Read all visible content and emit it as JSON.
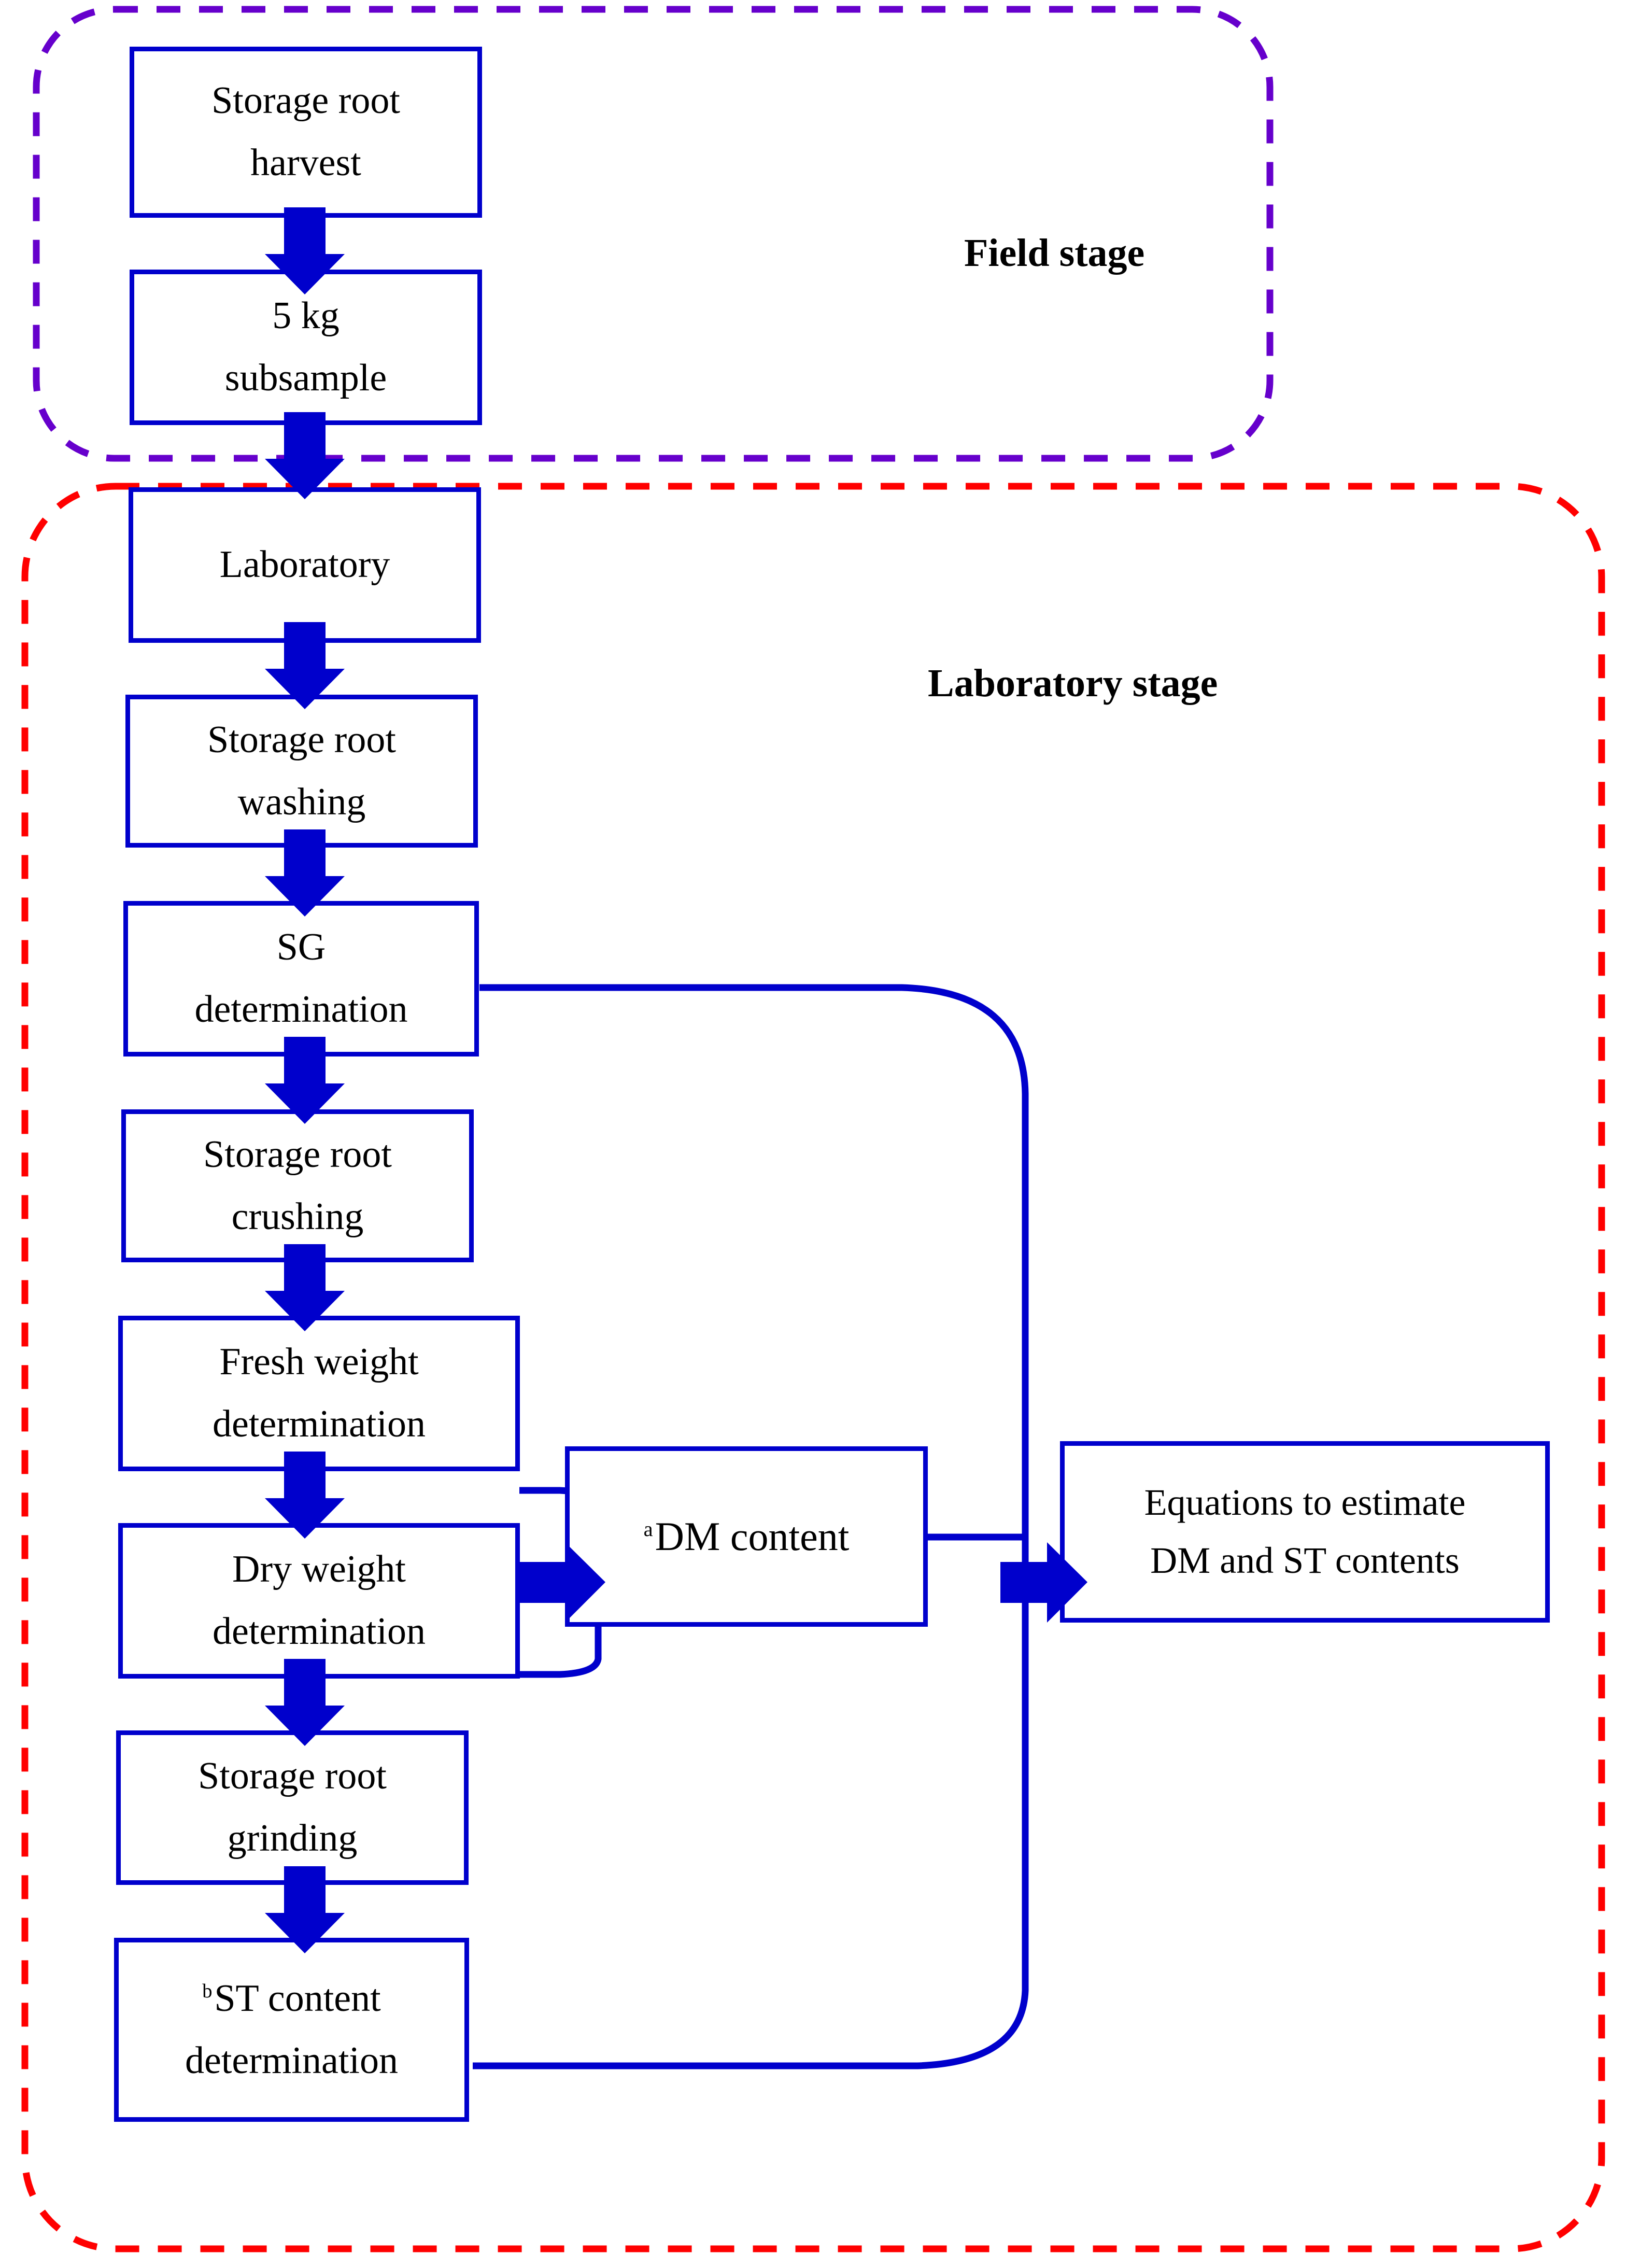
{
  "diagram": {
    "title_hint": "Storage root sampling and laboratory workflow",
    "colors": {
      "node_border": "#0000cc",
      "connector": "#0000cc",
      "field_stage_border": "#6600cc",
      "lab_stage_border": "#ff0000",
      "text": "#000000",
      "background": "#ffffff"
    },
    "stages": [
      {
        "id": "field",
        "label": "Field stage",
        "border_color": "#6600cc",
        "border_style": "dashed"
      },
      {
        "id": "laboratory",
        "label": "Laboratory stage",
        "border_color": "#ff0000",
        "border_style": "dashed"
      }
    ],
    "nodes": [
      {
        "id": "storage-root-harvest",
        "lines": [
          "Storage root",
          "harvest"
        ]
      },
      {
        "id": "subsample",
        "lines": [
          "5 kg",
          "subsample"
        ]
      },
      {
        "id": "laboratory",
        "lines": [
          "Laboratory"
        ]
      },
      {
        "id": "storage-root-washing",
        "lines": [
          "Storage root",
          "washing"
        ]
      },
      {
        "id": "sg-determination",
        "lines": [
          "SG",
          "determination"
        ]
      },
      {
        "id": "storage-root-crushing",
        "lines": [
          "Storage root",
          "crushing"
        ]
      },
      {
        "id": "fresh-weight-determination",
        "lines": [
          "Fresh weight",
          "determination"
        ]
      },
      {
        "id": "dry-weight-determination",
        "lines": [
          "Dry weight",
          "determination"
        ]
      },
      {
        "id": "storage-root-grinding",
        "lines": [
          "Storage root",
          "grinding"
        ]
      },
      {
        "id": "st-content-determination",
        "superscript": "b",
        "lines": [
          "ST content",
          "determination"
        ]
      },
      {
        "id": "dm-content",
        "superscript": "a",
        "lines": [
          "DM content"
        ]
      },
      {
        "id": "equations",
        "lines": [
          "Equations to estimate",
          "DM and ST contents"
        ]
      }
    ],
    "edges": [
      {
        "from": "storage-root-harvest",
        "to": "subsample",
        "style": "block-arrow-down"
      },
      {
        "from": "subsample",
        "to": "laboratory",
        "style": "block-arrow-down"
      },
      {
        "from": "laboratory",
        "to": "storage-root-washing",
        "style": "block-arrow-down"
      },
      {
        "from": "storage-root-washing",
        "to": "sg-determination",
        "style": "block-arrow-down"
      },
      {
        "from": "sg-determination",
        "to": "storage-root-crushing",
        "style": "block-arrow-down"
      },
      {
        "from": "storage-root-crushing",
        "to": "fresh-weight-determination",
        "style": "block-arrow-down"
      },
      {
        "from": "fresh-weight-determination",
        "to": "dry-weight-determination",
        "style": "block-arrow-down"
      },
      {
        "from": "dry-weight-determination",
        "to": "storage-root-grinding",
        "style": "block-arrow-down"
      },
      {
        "from": "storage-root-grinding",
        "to": "st-content-determination",
        "style": "block-arrow-down"
      },
      {
        "from": "fresh-weight-determination + dry-weight-determination",
        "to": "dm-content",
        "style": "bracket-join-then-block-arrow-right"
      },
      {
        "from": "sg-determination",
        "to": "equations",
        "style": "curved-right-then-down"
      },
      {
        "from": "st-content-determination",
        "to": "equations",
        "style": "curved-right-then-up"
      },
      {
        "from": "dm-content",
        "to": "equations",
        "style": "line-right-then-block-arrow-right"
      }
    ]
  }
}
